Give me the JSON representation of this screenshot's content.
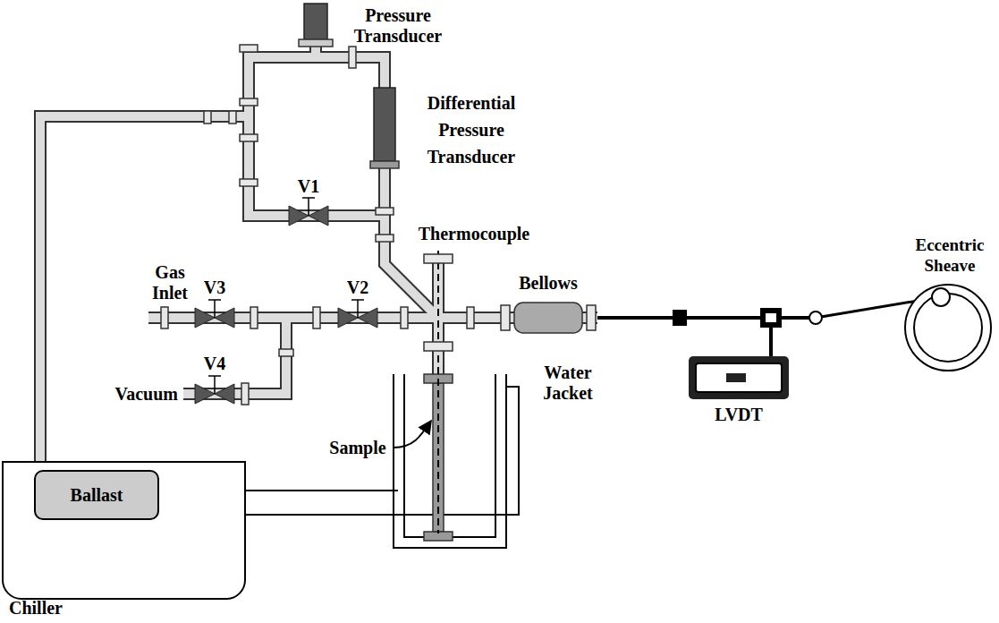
{
  "diagram": {
    "nodes": [
      {
        "text": [
          "Chiller"
        ]
      },
      {
        "text": [
          "Ballast"
        ],
        "in": 0
      }
    ],
    "labels": [
      "Pressure Transducer",
      "Differential Pressure Transducer",
      "V1",
      "Thermocouple",
      "Eccentric Sheave",
      "Gas Inlet",
      "V3",
      "V2",
      "Bellows",
      "V4",
      "Vacuum",
      "Water Jacket",
      "Sample",
      "LVDT"
    ]
  }
}
